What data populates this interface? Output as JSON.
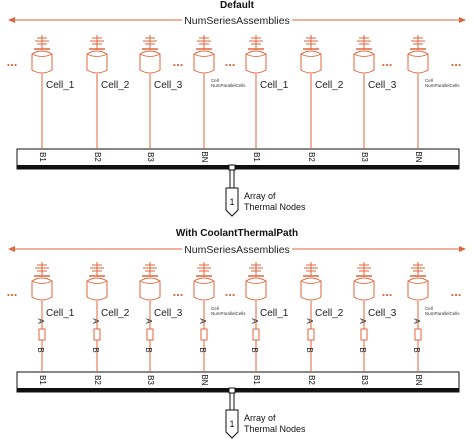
{
  "panels": [
    {
      "title": "Default",
      "arrow_label": "NumSeriesAssemblies",
      "cells": [
        {
          "label": "Cell_1"
        },
        {
          "label": "Cell_2"
        },
        {
          "label": "Cell_3"
        },
        {
          "label": "Cell",
          "sublabel": "NumParallelCells"
        },
        {
          "label": "Cell_1"
        },
        {
          "label": "Cell_2"
        },
        {
          "label": "Cell_3"
        },
        {
          "label": "Cell",
          "sublabel": "NumParallelCells"
        }
      ],
      "ports": [
        "B1",
        "B2",
        "B3",
        "BN",
        "B1",
        "B2",
        "B3",
        "BN"
      ],
      "node_label": "1",
      "node_caption": [
        "Array of",
        "Thermal Nodes"
      ],
      "coolant": false
    },
    {
      "title": "With CoolantThermalPath",
      "arrow_label": "NumSeriesAssemblies",
      "cells": [
        {
          "label": "Cell_1"
        },
        {
          "label": "Cell_2"
        },
        {
          "label": "Cell_3"
        },
        {
          "label": "Cell",
          "sublabel": "NumParallelCells"
        },
        {
          "label": "Cell_1"
        },
        {
          "label": "Cell_2"
        },
        {
          "label": "Cell_3"
        },
        {
          "label": "Cell",
          "sublabel": "NumParallelCells"
        }
      ],
      "ports": [
        "B1",
        "B2",
        "B3",
        "BN",
        "B1",
        "B2",
        "B3",
        "BN"
      ],
      "node_label": "1",
      "node_caption": [
        "Array of",
        "Thermal Nodes"
      ],
      "coolant": true,
      "resistor_ports": [
        "A",
        "B"
      ]
    }
  ],
  "ellipsis": "...",
  "colors": {
    "accent": "#e0653a",
    "bar": "#111111"
  }
}
